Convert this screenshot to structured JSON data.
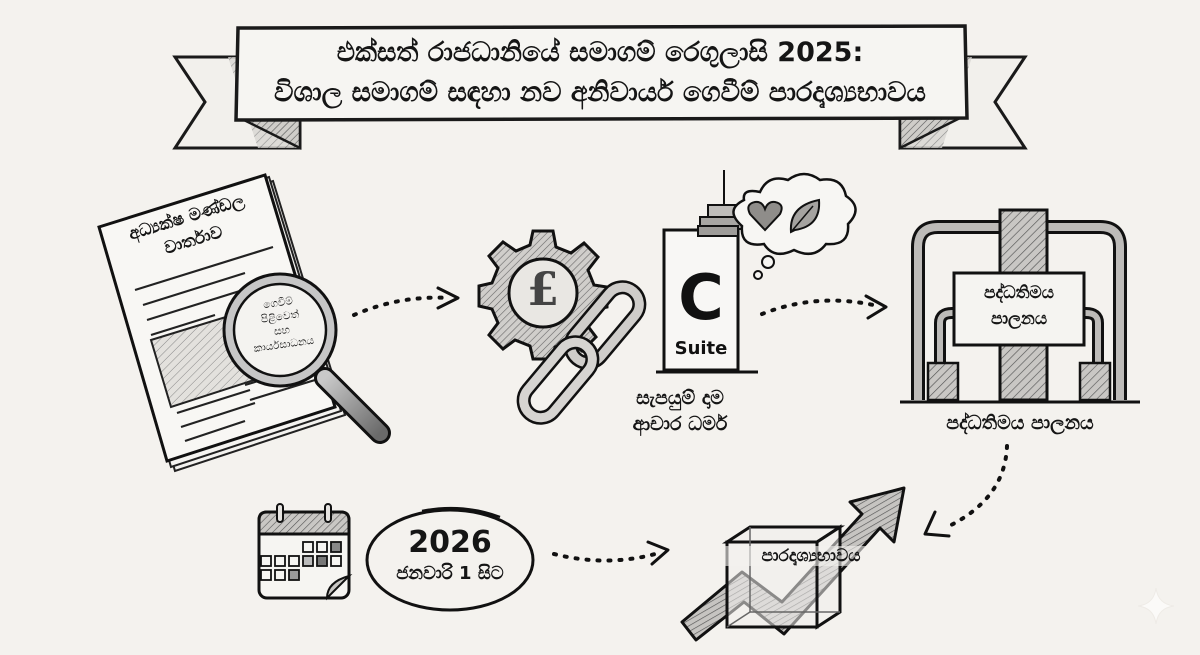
{
  "title": {
    "line1": "එක්සත් රාජධානියේ සමාගම් රෙගුලාසි 2025:",
    "line2": "විශාල සමාගම් සඳහා නව අනිවාර්ය ගෙවීම් පාරදෘශ්‍යභාවය"
  },
  "report": {
    "heading_line1": "අධ්‍යක්ෂ මණ්ඩල",
    "heading_line2": "වාර්තාව",
    "magnifier_line1": "ගෙවීම්",
    "magnifier_line2": "පිළිවෙත්",
    "magnifier_line3": "සහ",
    "magnifier_line4": "කාර්යසාධනය",
    "icon": "magnifying-glass-icon"
  },
  "ethics": {
    "currency_symbol": "£",
    "building_letter": "C",
    "building_word": "Suite",
    "label_line1": "සැපයුම් දාම",
    "label_line2": "ආචාර ධර්ම",
    "icons": [
      "gear-icon",
      "chain-link-icon",
      "heart-icon",
      "leaf-icon"
    ]
  },
  "governance": {
    "sign_line1": "පද්ධතිමය",
    "sign_line2": "පාලනය",
    "label": "පද්ධතිමය පාලනය"
  },
  "date": {
    "year": "2026",
    "from": "ජනවාරි 1 සිට",
    "icon": "calendar-icon"
  },
  "transparency": {
    "label": "පාරදෘශ්‍යභාවය",
    "icon": "growth-arrow-icon"
  },
  "colors": {
    "background": "#f4f2ee",
    "ink": "#151515",
    "shade": "#8a8a8a"
  }
}
